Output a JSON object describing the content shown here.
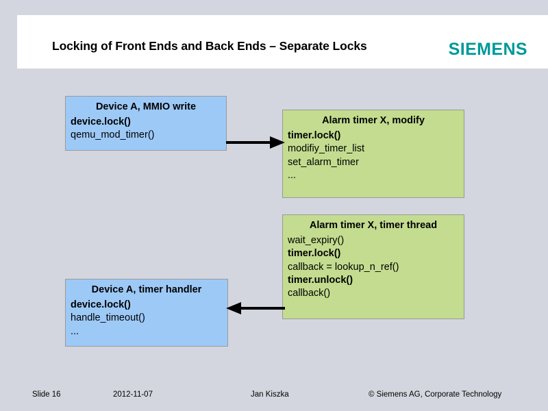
{
  "slide": {
    "background_color": "#d3d6de",
    "title": "Locking of Front Ends and Back Ends – Separate Locks",
    "logo_text": "SIEMENS",
    "logo_color": "#009999"
  },
  "boxes": [
    {
      "id": "mmio-write",
      "title": "Device A, MMIO write",
      "fill_color": "#9dc9f7",
      "lines": [
        {
          "text": "device.lock()",
          "bold": true
        },
        {
          "text": "qemu_mod_timer()",
          "bold": false
        }
      ]
    },
    {
      "id": "alarm-modify",
      "title": "Alarm timer X, modify",
      "fill_color": "#c3dc8f",
      "lines": [
        {
          "text": "timer.lock()",
          "bold": true
        },
        {
          "text": "modifiy_timer_list",
          "bold": false
        },
        {
          "text": "set_alarm_timer",
          "bold": false
        },
        {
          "text": "...",
          "bold": false
        }
      ]
    },
    {
      "id": "timer-thread",
      "title": "Alarm timer X, timer thread",
      "fill_color": "#c3dc8f",
      "lines": [
        {
          "text": "wait_expiry()",
          "bold": false
        },
        {
          "text": "timer.lock()",
          "bold": true
        },
        {
          "text": "callback = lookup_n_ref()",
          "bold": false
        },
        {
          "text": "timer.unlock()",
          "bold": true
        },
        {
          "text": "callback()",
          "bold": false
        }
      ]
    },
    {
      "id": "timer-handler",
      "title": "Device A, timer handler",
      "fill_color": "#9dc9f7",
      "lines": [
        {
          "text": "device.lock()",
          "bold": true
        },
        {
          "text": "handle_timeout()",
          "bold": false
        },
        {
          "text": "...",
          "bold": false
        }
      ]
    }
  ],
  "arrows": [
    {
      "id": "write-to-modify",
      "direction": "right",
      "color": "#000000"
    },
    {
      "id": "thread-to-handler",
      "direction": "left",
      "color": "#000000"
    }
  ],
  "footer": {
    "slide_number": "Slide 16",
    "date": "2012-11-07",
    "author": "Jan Kiszka",
    "copyright": "© Siemens AG, Corporate Technology"
  }
}
